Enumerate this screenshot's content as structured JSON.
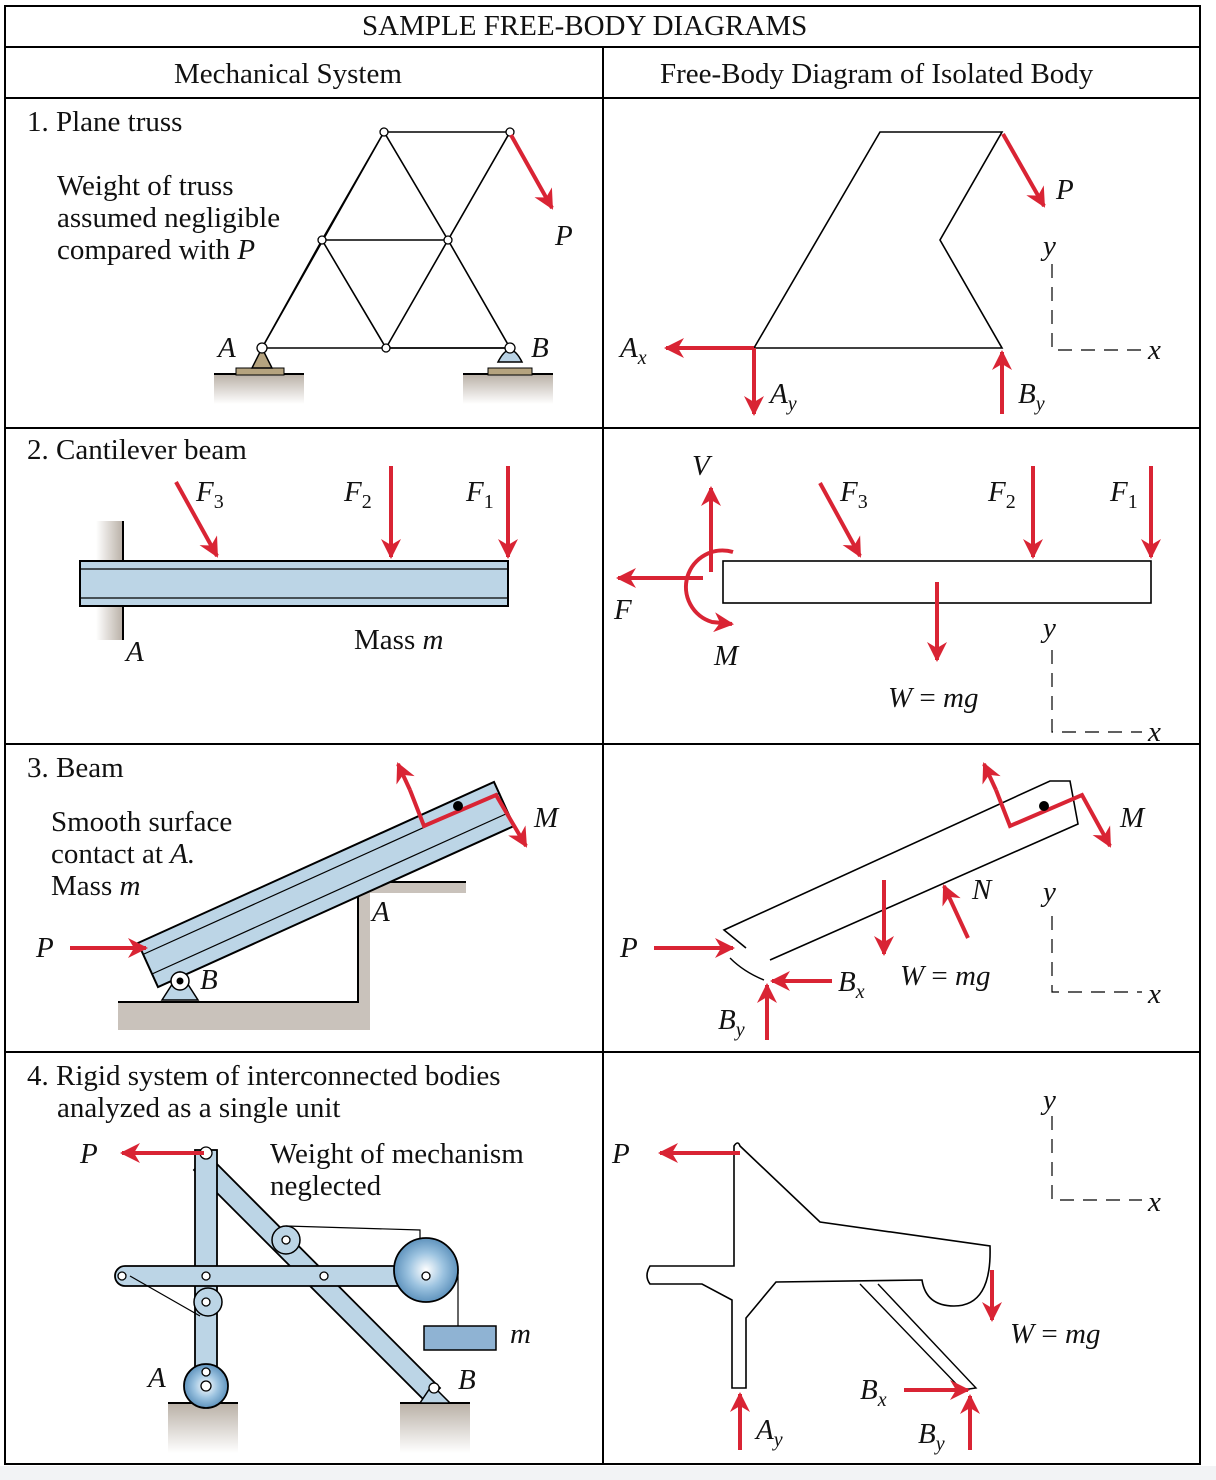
{
  "title": "SAMPLE FREE-BODY DIAGRAMS",
  "columns": {
    "left": "Mechanical System",
    "right": "Free-Body Diagram of Isolated Body"
  },
  "colors": {
    "force_arrow": "#d92434",
    "member_fill": "#bcd5e6",
    "support_fill": "#b5a37f",
    "ground_shade": "#c9c2bb",
    "page_bg": "#f2f3f5"
  },
  "rows": [
    {
      "title": "1. Plane truss",
      "note": [
        "Weight of truss",
        "assumed negligible",
        "compared with"
      ],
      "note_symbol": "P",
      "labels": {
        "A": "A",
        "B": "B",
        "P": "P"
      },
      "fbd_labels": {
        "P": "P",
        "Ax_main": "A",
        "Ax_sub": "x",
        "Ay_main": "A",
        "Ay_sub": "y",
        "By_main": "B",
        "By_sub": "y",
        "axis_x": "x",
        "axis_y": "y"
      }
    },
    {
      "title": "2. Cantilever beam",
      "labels": {
        "F3_main": "F",
        "F3_sub": "3",
        "F2_main": "F",
        "F2_sub": "2",
        "F1_main": "F",
        "F1_sub": "1",
        "A": "A",
        "mass_text": "Mass",
        "mass_symbol": "m"
      },
      "fbd_labels": {
        "V": "V",
        "F": "F",
        "M": "M",
        "F3_main": "F",
        "F3_sub": "3",
        "F2_main": "F",
        "F2_sub": "2",
        "F1_main": "F",
        "F1_sub": "1",
        "W_lhs": "W",
        "W_eq": " = ",
        "W_rhs": "mg",
        "axis_x": "x",
        "axis_y": "y"
      }
    },
    {
      "title": "3. Beam",
      "note": [
        "Smooth surface",
        "contact at",
        "Mass"
      ],
      "note_symbols": {
        "A": "A.",
        "m": "m"
      },
      "labels": {
        "P": "P",
        "B": "B",
        "A": "A",
        "M": "M"
      },
      "fbd_labels": {
        "P": "P",
        "M": "M",
        "N": "N",
        "W_lhs": "W",
        "W_eq": " = ",
        "W_rhs": "mg",
        "Bx_main": "B",
        "Bx_sub": "x",
        "By_main": "B",
        "By_sub": "y",
        "axis_x": "x",
        "axis_y": "y"
      }
    },
    {
      "title": [
        "4. Rigid system of interconnected bodies",
        "analyzed as a single unit"
      ],
      "note": [
        "Weight of mechanism",
        "neglected"
      ],
      "labels": {
        "P": "P",
        "A": "A",
        "B": "B",
        "m": "m"
      },
      "fbd_labels": {
        "P": "P",
        "W_lhs": "W",
        "W_eq": " = ",
        "W_rhs": "mg",
        "Ax_main": "A",
        "Ax_sub": "y",
        "Bx_main": "B",
        "Bx_sub": "x",
        "By_main": "B",
        "By_sub": "y",
        "axis_x": "x",
        "axis_y": "y"
      }
    }
  ]
}
